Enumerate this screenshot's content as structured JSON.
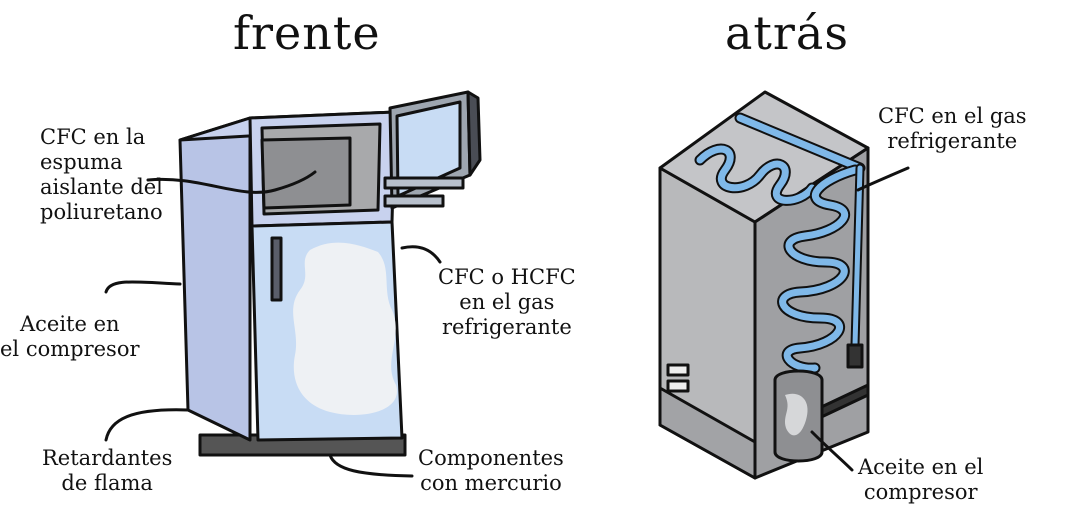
{
  "front": {
    "heading": "frente",
    "labels": {
      "foam": "CFC en la\nespuma\naislante del\npoliuretano",
      "refrigerant": "CFC o HCFC\nen el gas\nrefrigerante",
      "oil": "Aceite en\nel compresor",
      "flame": "Retardantes\nde flama",
      "mercury": "Componentes\ncon mercurio"
    }
  },
  "back": {
    "heading": "atrás",
    "labels": {
      "refrigerant": "CFC en el gas\nrefrigerante",
      "oil": "Aceite en el\ncompresor"
    }
  },
  "colors": {
    "fridge_side": "#b8c4e6",
    "door_body": "#c8dcf4",
    "stain": "#eef1f4",
    "metal_gray": "#b8b9bb",
    "coil_blue": "#7fb8e8",
    "outline": "#111111"
  }
}
